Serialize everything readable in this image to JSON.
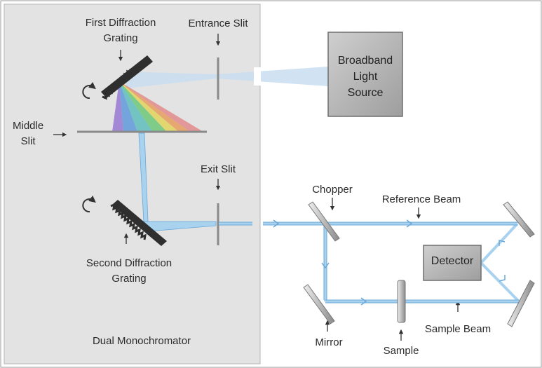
{
  "labels": {
    "first_grating": "First Diffraction\nGrating",
    "entrance_slit": "Entrance Slit",
    "light_source": "Broadband\nLight\nSource",
    "middle_slit": "Middle\nSlit",
    "exit_slit": "Exit Slit",
    "second_grating": "Second Diffraction\nGrating",
    "chopper": "Chopper",
    "reference_beam": "Reference Beam",
    "detector": "Detector",
    "mirror": "Mirror",
    "sample": "Sample",
    "sample_beam": "Sample Beam",
    "dual_monochromator": "Dual Monochromator"
  },
  "colors": {
    "monochromator_panel": "#e3e3e3",
    "beam": "#a9d2ef",
    "source_box": "#b9b9b9",
    "grating": "#2f2f2f",
    "text": "#2b2b2b"
  }
}
